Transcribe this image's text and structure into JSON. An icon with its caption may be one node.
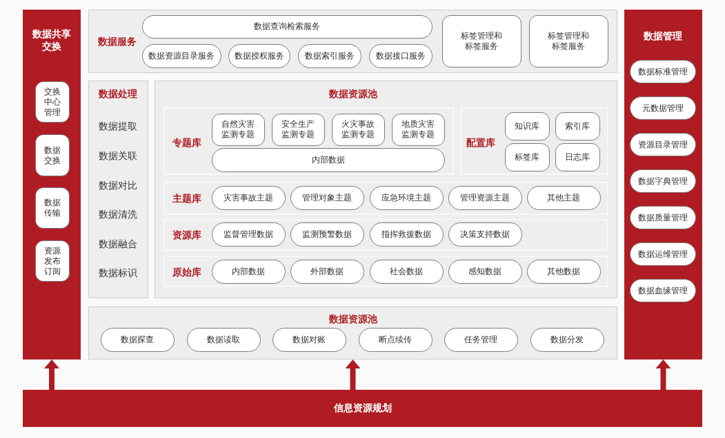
{
  "diagram": {
    "nodes": [
      {
        "text": [
          "数据共享交换"
        ]
      },
      {
        "text": [
          "交换中心管理"
        ],
        "in": 0
      },
      {
        "text": [
          "数据交换"
        ],
        "in": 0
      },
      {
        "text": [
          "数据传输"
        ],
        "in": 0
      },
      {
        "text": [
          "资源发布订阅"
        ],
        "in": 0
      },
      {
        "text": [
          "数据服务"
        ]
      },
      {
        "text": [
          "数据查询检索服务"
        ],
        "in": 5
      },
      {
        "text": [
          "数据资源目录服务"
        ],
        "in": 5
      },
      {
        "text": [
          "数据授权服务"
        ],
        "in": 5
      },
      {
        "text": [
          "数据索引服务"
        ],
        "in": 5
      },
      {
        "text": [
          "数据接口服务"
        ],
        "in": 5
      },
      {
        "text": [
          "标签管理和标签服务"
        ],
        "in": 5
      },
      {
        "text": [
          "标签管理和标签服务"
        ],
        "in": 5
      },
      {
        "text": [
          "数据管理"
        ]
      },
      {
        "text": [
          "数据标准管理"
        ],
        "in": 13
      },
      {
        "text": [
          "元数据管理"
        ],
        "in": 13
      },
      {
        "text": [
          "资源目录管理"
        ],
        "in": 13
      },
      {
        "text": [
          "数据字典管理"
        ],
        "in": 13
      },
      {
        "text": [
          "数据质量管理"
        ],
        "in": 13
      },
      {
        "text": [
          "数据运维管理"
        ],
        "in": 13
      },
      {
        "text": [
          "数据血缘管理"
        ],
        "in": 13
      },
      {
        "text": [
          "数据处理",
          "数据提取",
          "数据关联",
          "数据对比",
          "数据清洗",
          "数据融合",
          "数据标识"
        ]
      },
      {
        "text": [
          "数据资源池"
        ]
      },
      {
        "text": [
          "专题库"
        ],
        "in": 22
      },
      {
        "text": [
          "自然灾害监测专题"
        ],
        "in": 23
      },
      {
        "text": [
          "安全生产监测专题"
        ],
        "in": 23
      },
      {
        "text": [
          "火灾事故监测专题"
        ],
        "in": 23
      },
      {
        "text": [
          "地质灾害监测专题"
        ],
        "in": 23
      },
      {
        "text": [
          "内部数据"
        ],
        "in": 23
      },
      {
        "text": [
          "配置库"
        ],
        "in": 22
      },
      {
        "text": [
          "知识库"
        ],
        "in": 29
      },
      {
        "text": [
          "索引库"
        ],
        "in": 29
      },
      {
        "text": [
          "标签库"
        ],
        "in": 29
      },
      {
        "text": [
          "日志库"
        ],
        "in": 29
      },
      {
        "text": [
          "主题库"
        ],
        "in": 22
      },
      {
        "text": [
          "灾害事故主题"
        ],
        "in": 34
      },
      {
        "text": [
          "管理对象主题"
        ],
        "in": 34
      },
      {
        "text": [
          "应急环境主题"
        ],
        "in": 34
      },
      {
        "text": [
          "管理资源主题"
        ],
        "in": 34
      },
      {
        "text": [
          "其他主题"
        ],
        "in": 34
      },
      {
        "text": [
          "资源库"
        ],
        "in": 22
      },
      {
        "text": [
          "监督管理数据"
        ],
        "in": 40
      },
      {
        "text": [
          "监测预警数据"
        ],
        "in": 40
      },
      {
        "text": [
          "指挥救援数据"
        ],
        "in": 40
      },
      {
        "text": [
          "决策支持数据"
        ],
        "in": 40
      },
      {
        "text": [
          "原始库"
        ],
        "in": 22
      },
      {
        "text": [
          "内部数据"
        ],
        "in": 45
      },
      {
        "text": [
          "外部数据"
        ],
        "in": 45
      },
      {
        "text": [
          "社会数据"
        ],
        "in": 45
      },
      {
        "text": [
          "感知数据"
        ],
        "in": 45
      },
      {
        "text": [
          "其他数据"
        ],
        "in": 45
      },
      {
        "text": [
          "数据资源池"
        ]
      },
      {
        "text": [
          "数据探查"
        ],
        "in": 51
      },
      {
        "text": [
          "数据读取"
        ],
        "in": 51
      },
      {
        "text": [
          "数据对账"
        ],
        "in": 51
      },
      {
        "text": [
          "断点续传"
        ],
        "in": 51
      },
      {
        "text": [
          "任务管理"
        ],
        "in": 51
      },
      {
        "text": [
          "数据分发"
        ],
        "in": 51
      },
      {
        "text": [
          "信息资源规划"
        ]
      }
    ],
    "edges": [
      {
        "from": 58,
        "to": 0,
        "arrow": "to"
      },
      {
        "from": 58,
        "to": 51,
        "arrow": "to"
      },
      {
        "from": 58,
        "to": 13,
        "arrow": "to"
      }
    ]
  }
}
